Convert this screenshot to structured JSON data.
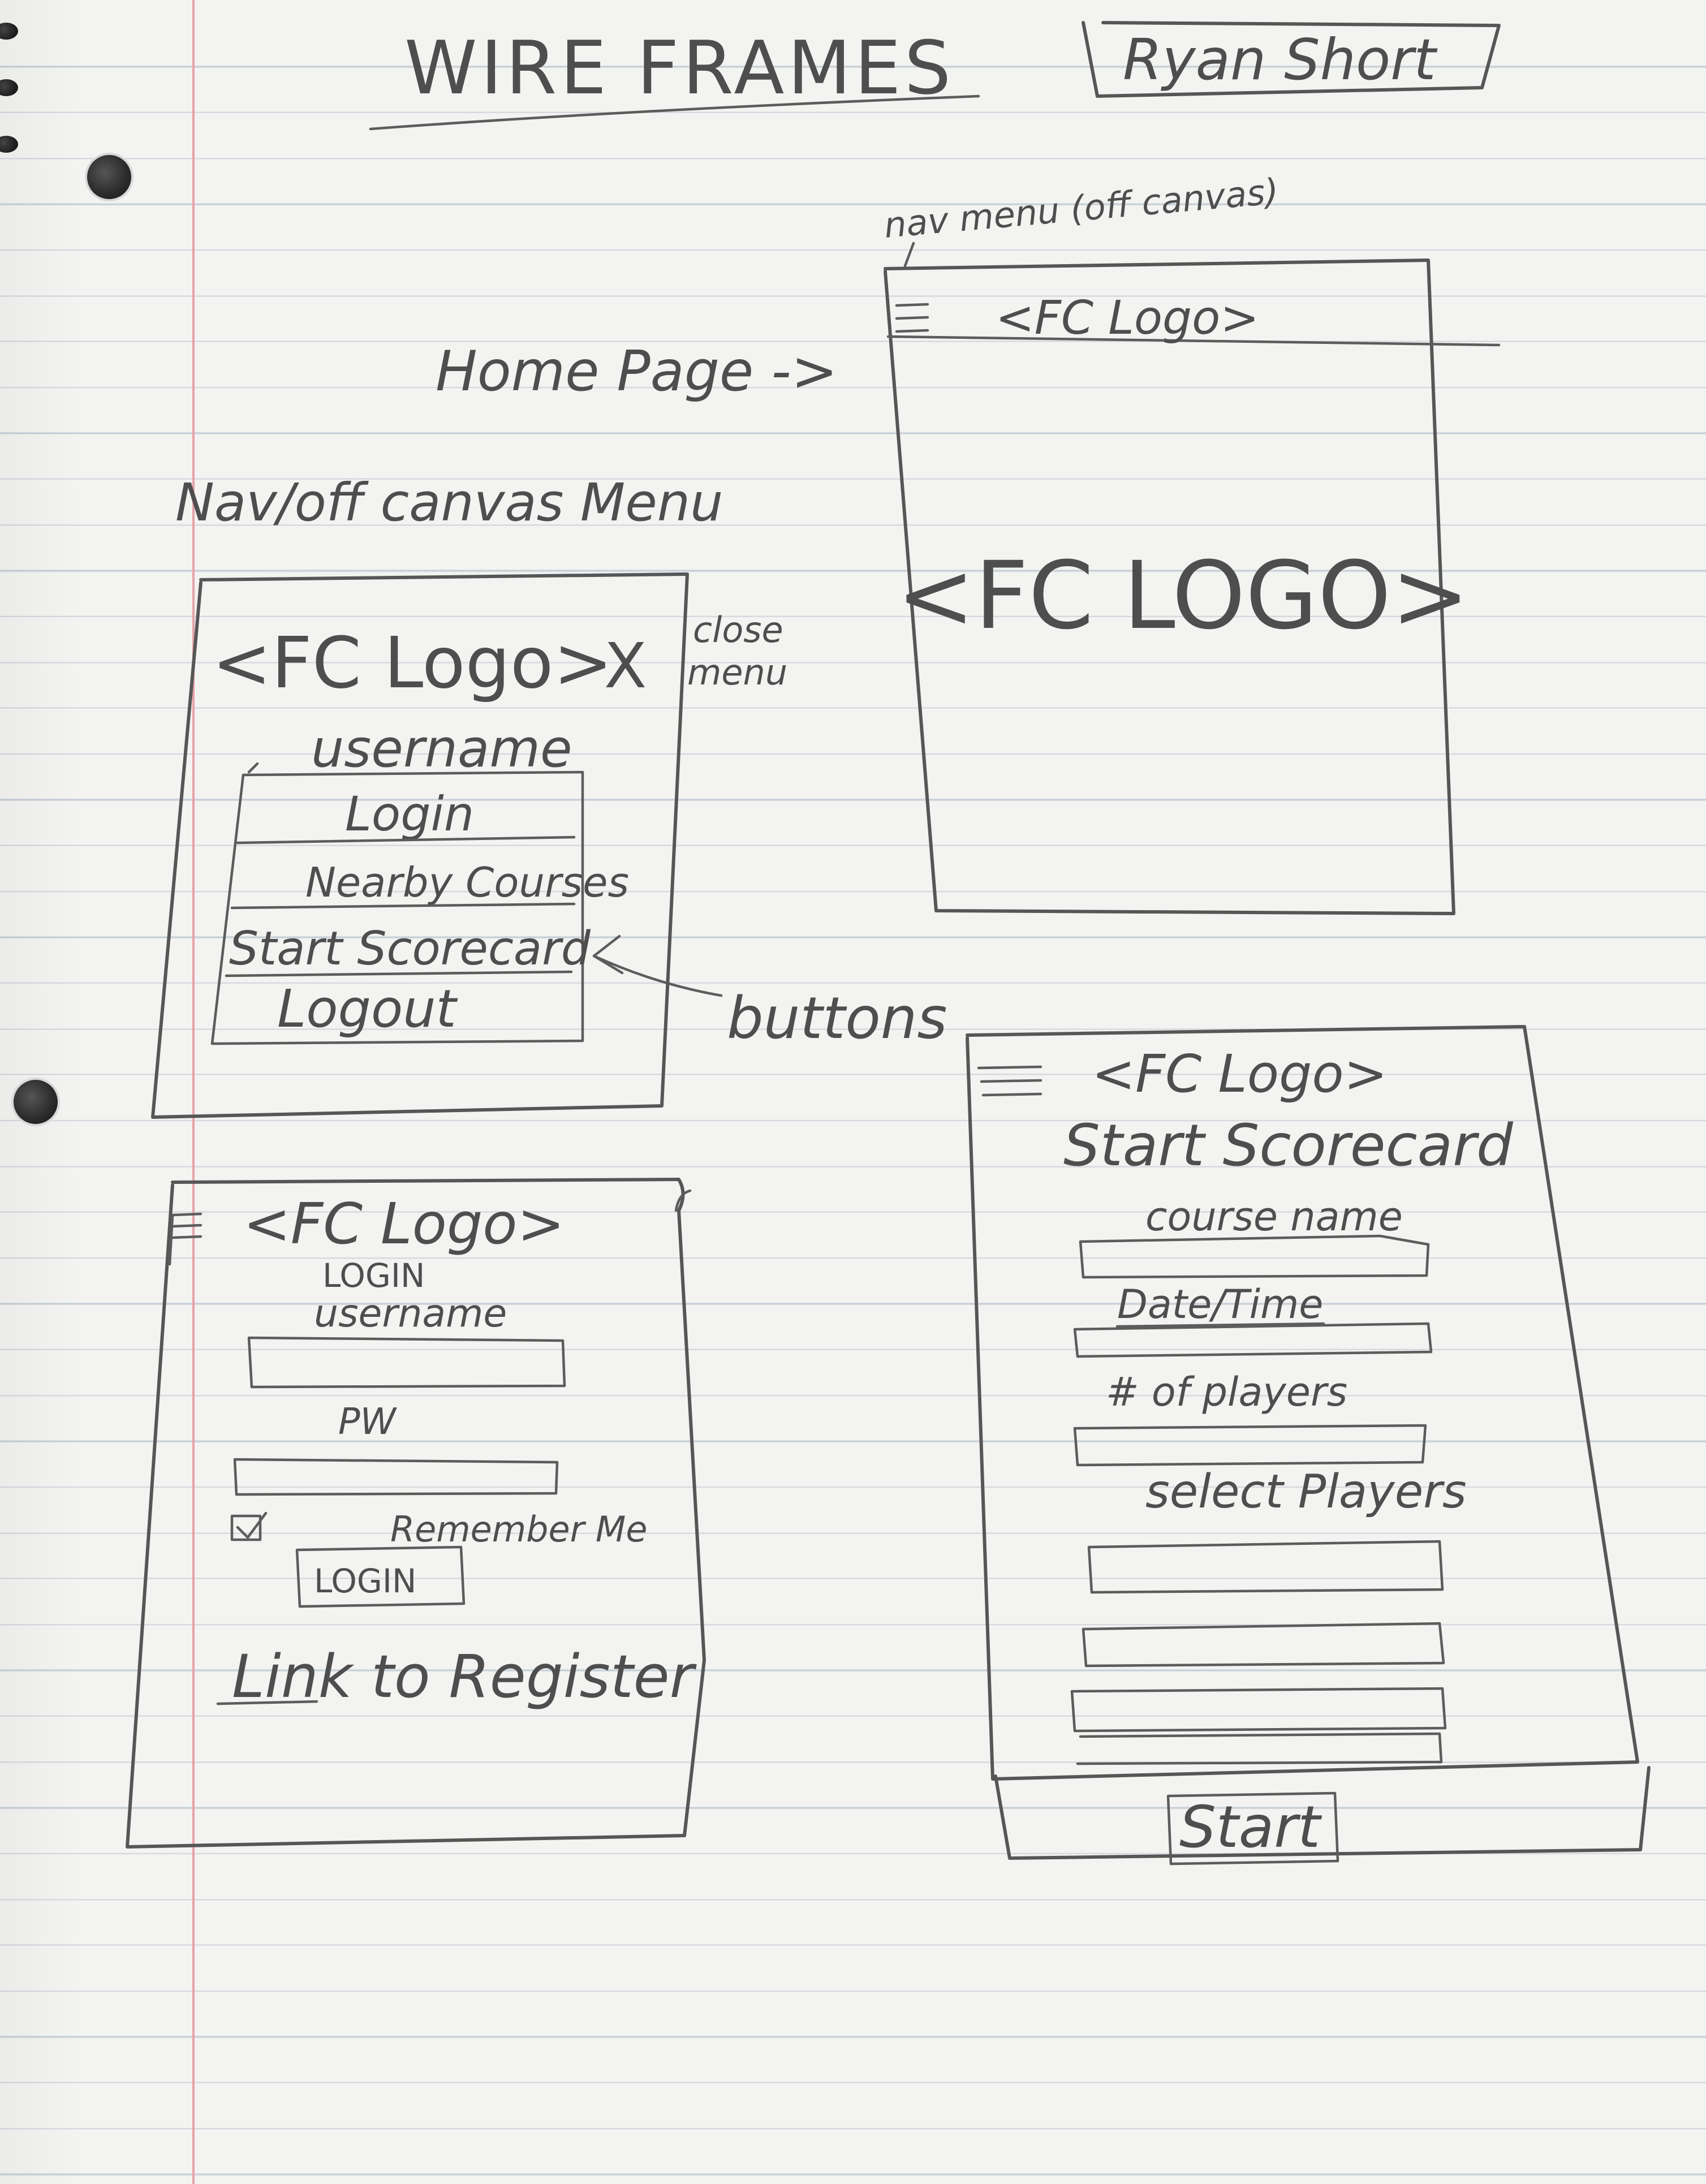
{
  "title": "WIRE FRAMES",
  "author": "Ryan Short",
  "labels": {
    "nav_menu_off_canvas": "nav menu (off canvas)",
    "home_page": "Home Page ->",
    "nav_off_canvas_menu": "Nav/off canvas Menu",
    "close_menu_line1": "close",
    "close_menu_line2": "menu",
    "buttons": "buttons"
  },
  "home_page": {
    "header_logo": "<FC Logo>",
    "main_logo": "<FC LOGO>",
    "menu_icon": "hamburger-icon"
  },
  "nav_menu": {
    "logo": "<FC Logo>",
    "close_glyph": "X",
    "username": "username",
    "items": [
      "Login",
      "Nearby Courses",
      "Start Scorecard",
      "Logout"
    ]
  },
  "login_page": {
    "header_logo": "<FC Logo>",
    "heading": "LOGIN",
    "username_label": "username",
    "password_label": "PW",
    "remember_me": "Remember Me",
    "login_button": "LOGIN",
    "register_link": "Link to Register",
    "menu_icon": "hamburger-icon"
  },
  "scorecard_page": {
    "header_logo": "<FC Logo>",
    "heading": "Start Scorecard",
    "course_name": "course name",
    "date_time": "Date/Time",
    "num_players": "# of players",
    "select_players": "select Players",
    "start_button": "Start",
    "menu_icon": "hamburger-icon"
  }
}
